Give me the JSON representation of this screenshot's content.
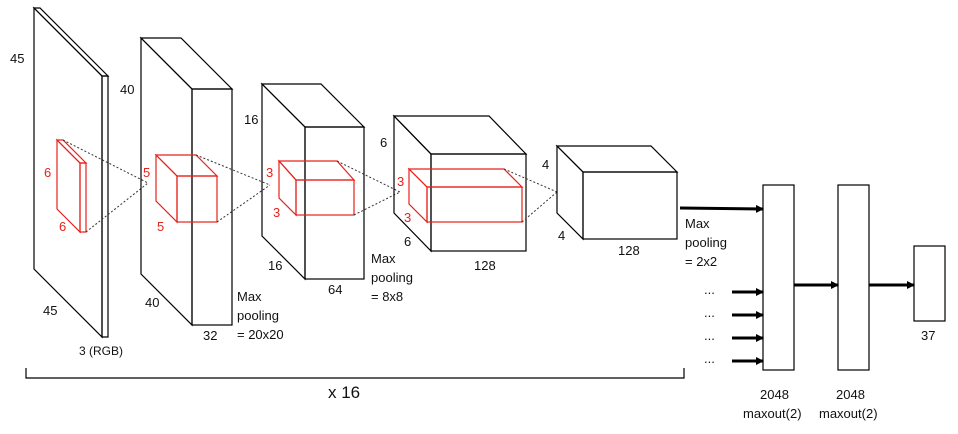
{
  "colors": {
    "line": "#000000",
    "kernel": "#e8211b",
    "text": "#111111",
    "background": "#ffffff"
  },
  "input": {
    "height": "45",
    "width": "45",
    "depth": "3 (RGB)",
    "kernel_h": "6",
    "kernel_w": "6"
  },
  "conv1": {
    "height": "40",
    "width": "40",
    "depth": "32",
    "kernel_h": "5",
    "kernel_w": "5",
    "pool": [
      "Max",
      "pooling",
      "= 20x20"
    ]
  },
  "conv2": {
    "height": "16",
    "width": "16",
    "depth": "64",
    "kernel_h": "3",
    "kernel_w": "3",
    "pool": [
      "Max",
      "pooling",
      "= 8x8"
    ]
  },
  "conv3": {
    "height": "6",
    "width": "6",
    "depth": "128",
    "kernel_h": "3",
    "kernel_w": "3"
  },
  "conv4": {
    "height": "4",
    "width": "4",
    "depth": "128",
    "pool": [
      "Max",
      "pooling",
      "= 2x2"
    ]
  },
  "replication": {
    "label": "x 16",
    "ellipsis": "..."
  },
  "dense1": {
    "size": "2048",
    "activation": "maxout(2)"
  },
  "dense2": {
    "size": "2048",
    "activation": "maxout(2)"
  },
  "output": {
    "size": "37"
  }
}
